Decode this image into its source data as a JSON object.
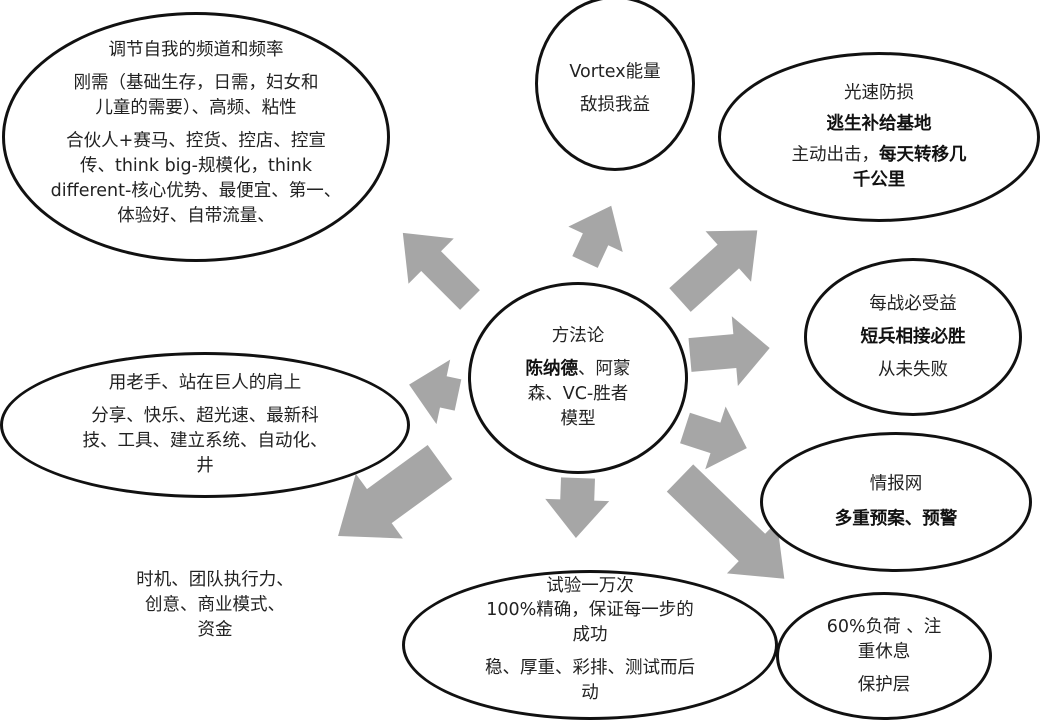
{
  "center": {
    "title": "方法论",
    "line1_bold": "陈纳德",
    "line1_rest": "、阿蒙",
    "line2": "森、VC-胜者",
    "line3": "模型"
  },
  "nodes": {
    "channel": {
      "title": "调节自我的频道和频率",
      "p1_l1": "刚需（基础生存，日需，妇女和",
      "p1_l2": "儿童的需要）、高频、粘性",
      "p2_l1": "合伙人+赛马、控货、控店、控宣",
      "p2_l2": "传、think big-规模化，think",
      "p2_l3": "different-核心优势、最便宜、第一、",
      "p2_l4": "体验好、自带流量、"
    },
    "vortex": {
      "l1": "Vortex能量",
      "l2": "敌损我益"
    },
    "light": {
      "title": "光速防损",
      "bold1": "逃生补给基地",
      "l3_plain": "主动出击，",
      "l3_bold": "每天转移几",
      "l4_bold": "千公里"
    },
    "battle": {
      "title": "每战必受益",
      "bold1": "短兵相接必胜",
      "l3": "从未失败"
    },
    "intel": {
      "title": "情报网",
      "bold1": "多重预案、预警"
    },
    "veteran": {
      "title": "用老手、站在巨人的肩上",
      "l2": "分享、快乐、超光速、最新科",
      "l3": "技、工具、建立系统、自动化、",
      "l4": "井"
    },
    "timing": {
      "l1": "时机、团队执行力、",
      "l2": "创意、商业模式、",
      "l3": "资金"
    },
    "experiment": {
      "title": "试验一万次",
      "l2": "100%精确，保证每一步的",
      "l3": "成功",
      "l4": "稳、厚重、彩排、测试而后",
      "l5": "动"
    },
    "load": {
      "l1": "60%负荷 、注",
      "l2": "重休息",
      "l3": "保护层"
    }
  },
  "colors": {
    "arrow": "#a6a6a6",
    "outline": "#111111",
    "text": "#222222",
    "background": "#ffffff"
  }
}
